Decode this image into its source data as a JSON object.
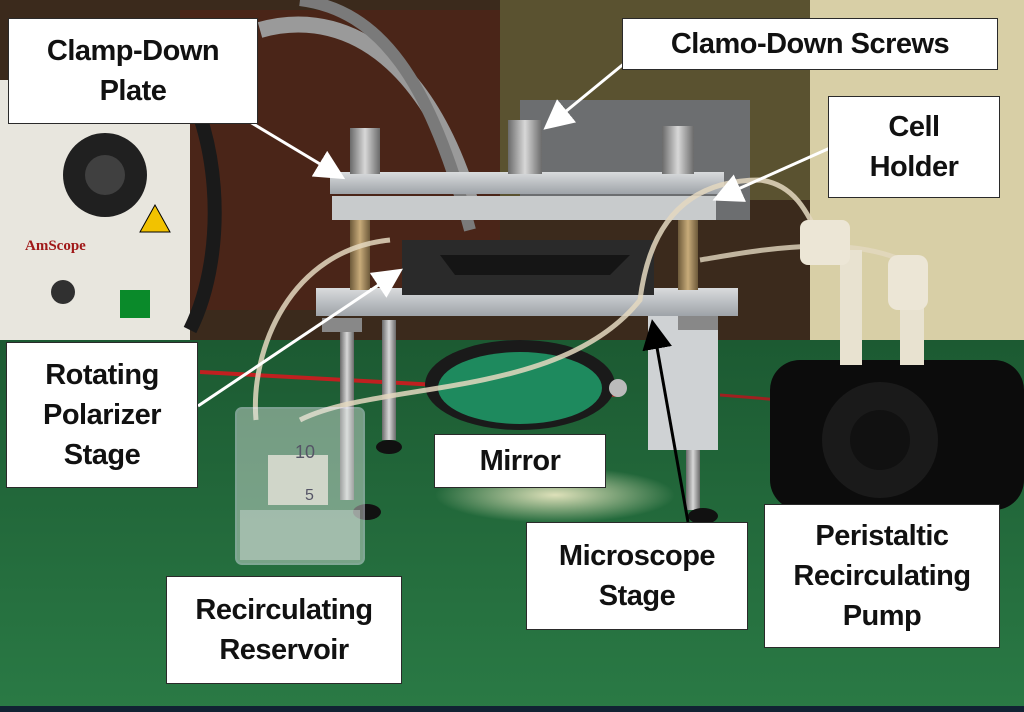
{
  "labels": {
    "clamp_down_plate": [
      "Clamp-Down",
      "Plate"
    ],
    "clamp_down_screws": [
      "Clamo-Down Screws"
    ],
    "cell_holder": [
      "Cell",
      "Holder"
    ],
    "rotating_polarizer_stage": [
      "Rotating",
      "Polarizer",
      "Stage"
    ],
    "mirror": [
      "Mirror"
    ],
    "microscope_stage": [
      "Microscope",
      "Stage"
    ],
    "peristaltic_pump": [
      "Peristaltic",
      "Recirculating",
      "Pump"
    ],
    "recirculating_reservoir": [
      "Recirculating",
      "Reservoir"
    ]
  },
  "background_text": {
    "brand": "AmScope",
    "beaker_marks": [
      "10",
      "5"
    ]
  },
  "colors": {
    "table": "#1f6b3a",
    "wall": "#3a2a1e",
    "label_bg": "#ffffff",
    "label_text": "#111111",
    "arrow": "#ffffff",
    "arrow_dark": "#000000"
  }
}
